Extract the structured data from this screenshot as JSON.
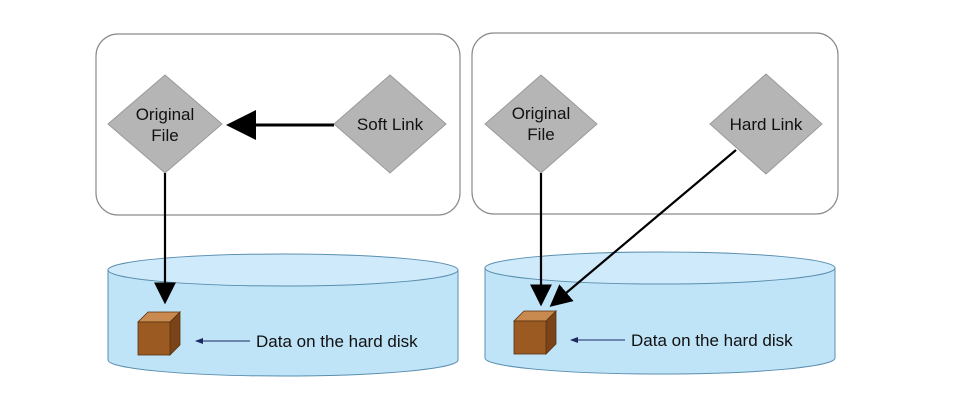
{
  "diagrams": [
    {
      "kind": "soft-link",
      "original_file": {
        "line1": "Original",
        "line2": "File"
      },
      "link_label": "Soft Link",
      "disk_caption": "Data on the hard disk"
    },
    {
      "kind": "hard-link",
      "original_file": {
        "line1": "Original",
        "line2": "File"
      },
      "link_label": "Hard Link",
      "disk_caption": "Data on the hard disk"
    }
  ],
  "colors": {
    "diamond_fill": "#b5b5b5",
    "diamond_stroke": "#9a9a9a",
    "panel_stroke": "#8a8a8a",
    "disk_fill": "#bfe3f7",
    "disk_top": "#cfeafa",
    "disk_stroke": "#5a8fb0",
    "block_front": "#9a5a22",
    "block_top": "#c88a4e",
    "block_side": "#7a4418",
    "arrow": "#000000"
  }
}
